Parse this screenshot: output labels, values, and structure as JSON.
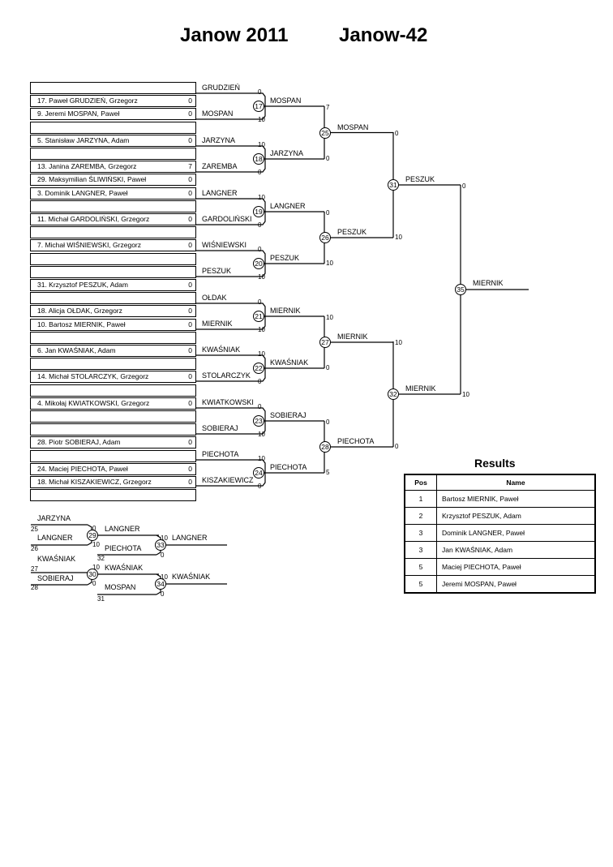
{
  "title_left": "Janow 2011",
  "title_right": "Janow-42",
  "entrants": [
    {
      "name": "",
      "score": ""
    },
    {
      "name": "17. Paweł GRUDZIEŃ, Grzegorz",
      "score": "0"
    },
    {
      "name": "9. Jeremi MOSPAN, Paweł",
      "score": "0"
    },
    {
      "name": "",
      "score": ""
    },
    {
      "name": "5. Stanisław JARZYNA, Adam",
      "score": "0"
    },
    {
      "name": "",
      "score": ""
    },
    {
      "name": "13. Janina ZAREMBA, Grzegorz",
      "score": "7"
    },
    {
      "name": "29. Maksymilian ŚLIWIŃSKI, Paweł",
      "score": "0"
    },
    {
      "name": "3. Dominik LANGNER, Paweł",
      "score": "0"
    },
    {
      "name": "",
      "score": ""
    },
    {
      "name": "11. Michał GARDOLIŃSKI, Grzegorz",
      "score": "0"
    },
    {
      "name": "",
      "score": ""
    },
    {
      "name": "7. Michał WIŚNIEWSKI, Grzegorz",
      "score": "0"
    },
    {
      "name": "",
      "score": ""
    },
    {
      "name": "",
      "score": ""
    },
    {
      "name": "31. Krzysztof PESZUK, Adam",
      "score": "0"
    },
    {
      "name": "",
      "score": ""
    },
    {
      "name": "18. Alicja OŁDAK, Grzegorz",
      "score": "0"
    },
    {
      "name": "10. Bartosz MIERNIK, Paweł",
      "score": "0"
    },
    {
      "name": "",
      "score": ""
    },
    {
      "name": "6. Jan KWAŚNIAK, Adam",
      "score": "0"
    },
    {
      "name": "",
      "score": ""
    },
    {
      "name": "14. Michał STOLARCZYK, Grzegorz",
      "score": "0"
    },
    {
      "name": "",
      "score": ""
    },
    {
      "name": "4. Mikołaj KWIATKOWSKI, Grzegorz",
      "score": "0"
    },
    {
      "name": "",
      "score": ""
    },
    {
      "name": "",
      "score": ""
    },
    {
      "name": "28. Piotr SOBIERAJ, Adam",
      "score": "0"
    },
    {
      "name": "",
      "score": ""
    },
    {
      "name": "24. Maciej PIECHOTA, Paweł",
      "score": "0"
    },
    {
      "name": "18. Michał KISZAKIEWICZ, Grzegorz",
      "score": "0"
    },
    {
      "name": "",
      "score": ""
    }
  ],
  "round1": [
    {
      "top": "GRUDZIEŃ",
      "bottom": "MOSPAN",
      "match": "17",
      "top_score": "0",
      "bottom_score": "10",
      "winner": "MOSPAN"
    },
    {
      "top": "JARZYNA",
      "bottom": "ZAREMBA",
      "match": "18",
      "top_score": "10",
      "bottom_score": "0",
      "winner": "JARZYNA"
    },
    {
      "top": "LANGNER",
      "bottom": "GARDOLIŃSKI",
      "match": "19",
      "top_score": "10",
      "bottom_score": "0",
      "winner": "LANGNER"
    },
    {
      "top": "WIŚNIEWSKI",
      "bottom": "PESZUK",
      "match": "20",
      "top_score": "0",
      "bottom_score": "10",
      "winner": "PESZUK"
    },
    {
      "top": "OŁDAK",
      "bottom": "MIERNIK",
      "match": "21",
      "top_score": "0",
      "bottom_score": "10",
      "winner": "MIERNIK"
    },
    {
      "top": "KWAŚNIAK",
      "bottom": "STOLARCZYK",
      "match": "22",
      "top_score": "10",
      "bottom_score": "0",
      "winner": "KWAŚNIAK"
    },
    {
      "top": "KWIATKOWSKI",
      "bottom": "SOBIERAJ",
      "match": "23",
      "top_score": "0",
      "bottom_score": "10",
      "winner": "SOBIERAJ"
    },
    {
      "top": "PIECHOTA",
      "bottom": "KISZAKIEWICZ",
      "match": "24",
      "top_score": "10",
      "bottom_score": "0",
      "winner": "PIECHOTA"
    }
  ],
  "round2": [
    {
      "match": "25",
      "top_score": "7",
      "bottom_score": "0",
      "winner": "MOSPAN"
    },
    {
      "match": "26",
      "top_score": "0",
      "bottom_score": "10",
      "winner": "PESZUK"
    },
    {
      "match": "27",
      "top_score": "10",
      "bottom_score": "0",
      "winner": "MIERNIK"
    },
    {
      "match": "28",
      "top_score": "0",
      "bottom_score": "5",
      "winner": "PIECHOTA"
    }
  ],
  "round3": [
    {
      "match": "31",
      "top_score": "0",
      "bottom_score": "10",
      "winner": "PESZUK"
    },
    {
      "match": "32",
      "top_score": "10",
      "bottom_score": "0",
      "winner": "MIERNIK"
    }
  ],
  "final": {
    "match": "35",
    "top_score": "0",
    "bottom_score": "10",
    "winner": "MIERNIK"
  },
  "repechage": {
    "m29": {
      "top": "JARZYNA",
      "top_from": "25",
      "bottom": "LANGNER",
      "bottom_from": "26",
      "match": "29",
      "top_score": "0",
      "bottom_score": "10",
      "winner": "LANGNER"
    },
    "m30": {
      "top": "KWAŚNIAK",
      "top_from": "27",
      "bottom": "SOBIERAJ",
      "bottom_from": "28",
      "match": "30",
      "top_score": "10",
      "bottom_score": "0",
      "winner": "KWAŚNIAK"
    },
    "m33": {
      "bottom": "PIECHOTA",
      "bottom_from": "32",
      "match": "33",
      "top_score": "10",
      "bottom_score": "0",
      "winner": "LANGNER"
    },
    "m34": {
      "bottom": "MOSPAN",
      "bottom_from": "31",
      "match": "34",
      "top_score": "10",
      "bottom_score": "0",
      "winner": "KWAŚNIAK"
    }
  },
  "results": {
    "title": "Results",
    "headers": {
      "pos": "Pos",
      "name": "Name"
    },
    "rows": [
      {
        "pos": "1",
        "name": "Bartosz MIERNIK, Paweł"
      },
      {
        "pos": "2",
        "name": "Krzysztof PESZUK, Adam"
      },
      {
        "pos": "3",
        "name": "Dominik LANGNER, Paweł"
      },
      {
        "pos": "3",
        "name": "Jan KWAŚNIAK, Adam"
      },
      {
        "pos": "5",
        "name": "Maciej PIECHOTA, Paweł"
      },
      {
        "pos": "5",
        "name": "Jeremi MOSPAN, Paweł"
      }
    ]
  }
}
